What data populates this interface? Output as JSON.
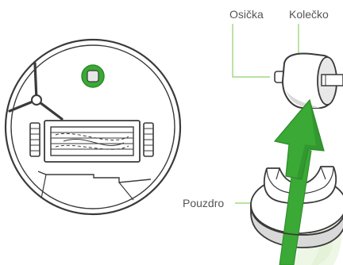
{
  "labels": {
    "axle": "Osička",
    "wheel": "Kolečko",
    "housing": "Pouzdro"
  },
  "colors": {
    "outline": "#3a3a3a",
    "arrow": "#3aa935",
    "arrow_dark": "#2d8a2a",
    "label_text": "#555555",
    "leader_line": "#8fcf6a",
    "wheel_shade": "#d9d9d9",
    "robot_fill": "#ffffff",
    "watermark": "#eef7e6"
  }
}
